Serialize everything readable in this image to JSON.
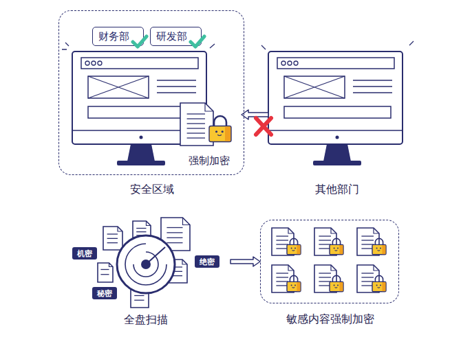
{
  "diagram": {
    "nodes": [
      {
        "text": [
          "安全区域"
        ]
      },
      {
        "text": [
          "财务部"
        ],
        "in": 0
      },
      {
        "text": [
          "研发部"
        ],
        "in": 0
      },
      {
        "text": [
          "强制加密"
        ],
        "in": 0
      },
      {
        "text": [
          "其他部门"
        ]
      },
      {
        "text": [
          "全盘扫描"
        ]
      },
      {
        "text": [
          "机密"
        ]
      },
      {
        "text": [
          "秘密"
        ]
      },
      {
        "text": [
          "绝密"
        ]
      },
      {
        "text": [
          "敏感内容强制加密"
        ]
      }
    ],
    "edges": [
      {
        "from": 4,
        "to": 3,
        "arrow": "to"
      },
      {
        "from": 5,
        "to": 9,
        "arrow": "to"
      }
    ]
  }
}
